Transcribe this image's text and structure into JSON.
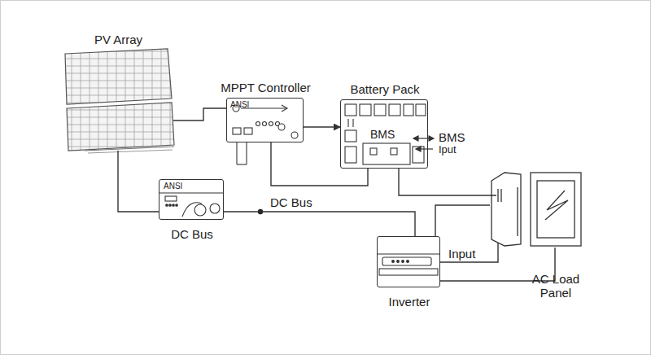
{
  "diagram": {
    "nodes": [
      {
        "text": [
          "PV Array"
        ]
      },
      {
        "text": [
          "MPPT Controller",
          "ANSI"
        ]
      },
      {
        "text": [
          "Battery Pack",
          "BMS"
        ]
      },
      {
        "text": [
          "ANSI",
          "DC Bus"
        ]
      },
      {
        "text": [
          "Inverter"
        ]
      },
      {
        "text": [
          "AC Load Panel"
        ]
      }
    ],
    "edges": [
      {
        "from": 0,
        "to": 1,
        "arrow": "none"
      },
      {
        "from": 0,
        "to": 3,
        "arrow": "none"
      },
      {
        "from": 1,
        "to": 2,
        "arrow": "to"
      },
      {
        "from": 1,
        "to": 2,
        "arrow": "none"
      },
      {
        "from": 3,
        "to": 4,
        "arrow": "none"
      },
      {
        "from": 4,
        "to": 5,
        "label": "Input",
        "arrow": "none"
      },
      {
        "from": 4,
        "to": 5,
        "arrow": "none"
      },
      {
        "from": 4,
        "to": 5,
        "arrow": "none"
      },
      {
        "from": 2,
        "to": 5,
        "arrow": "none"
      }
    ],
    "labels": [
      "DC Bus",
      "BMS",
      "Iput"
    ]
  }
}
